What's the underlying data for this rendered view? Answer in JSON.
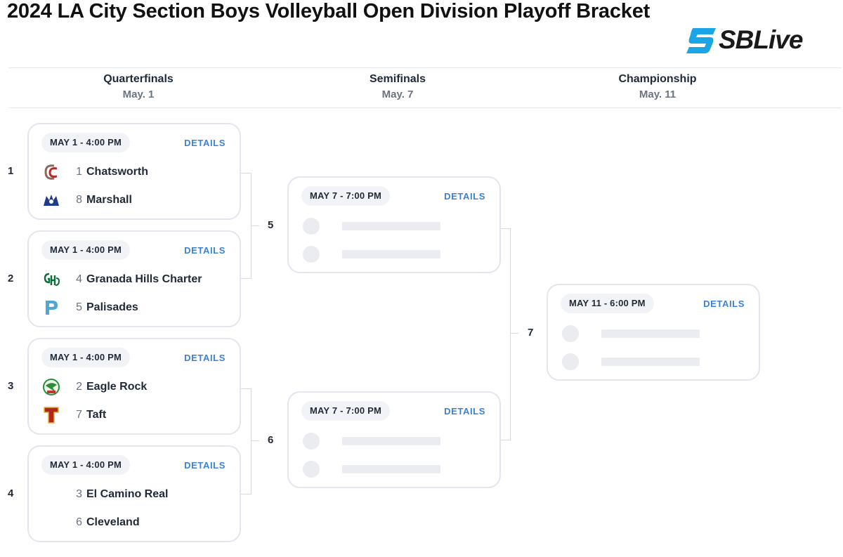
{
  "title": "2024 LA City Section Boys Volleyball Open Division Playoff Bracket",
  "brand": {
    "name": "SBLive",
    "accent": "#1aa5e6"
  },
  "rounds": [
    {
      "name": "Quarterfinals",
      "date": "May. 1"
    },
    {
      "name": "Semifinals",
      "date": "May. 7"
    },
    {
      "name": "Championship",
      "date": "May. 11"
    }
  ],
  "quarterfinals": [
    {
      "number": "1",
      "time": "MAY 1 - 4:00 PM",
      "details": "DETAILS",
      "teams": [
        {
          "seed": "1",
          "name": "Chatsworth",
          "logo": "chatsworth-logo"
        },
        {
          "seed": "8",
          "name": "Marshall",
          "logo": "marshall-logo"
        }
      ]
    },
    {
      "number": "2",
      "time": "MAY 1 - 4:00 PM",
      "details": "DETAILS",
      "teams": [
        {
          "seed": "4",
          "name": "Granada Hills Charter",
          "logo": "granada-hills-logo"
        },
        {
          "seed": "5",
          "name": "Palisades",
          "logo": "palisades-logo"
        }
      ]
    },
    {
      "number": "3",
      "time": "MAY 1 - 4:00 PM",
      "details": "DETAILS",
      "teams": [
        {
          "seed": "2",
          "name": "Eagle Rock",
          "logo": "eagle-rock-logo"
        },
        {
          "seed": "7",
          "name": "Taft",
          "logo": "taft-logo"
        }
      ]
    },
    {
      "number": "4",
      "time": "MAY 1 - 4:00 PM",
      "details": "DETAILS",
      "teams": [
        {
          "seed": "3",
          "name": "El Camino Real",
          "logo": ""
        },
        {
          "seed": "6",
          "name": "Cleveland",
          "logo": ""
        }
      ]
    }
  ],
  "semifinals": [
    {
      "number": "5",
      "time": "MAY 7 - 7:00 PM",
      "details": "DETAILS"
    },
    {
      "number": "6",
      "time": "MAY 7 - 7:00 PM",
      "details": "DETAILS"
    }
  ],
  "championship": {
    "number": "7",
    "time": "MAY 11 - 6:00 PM",
    "details": "DETAILS"
  }
}
